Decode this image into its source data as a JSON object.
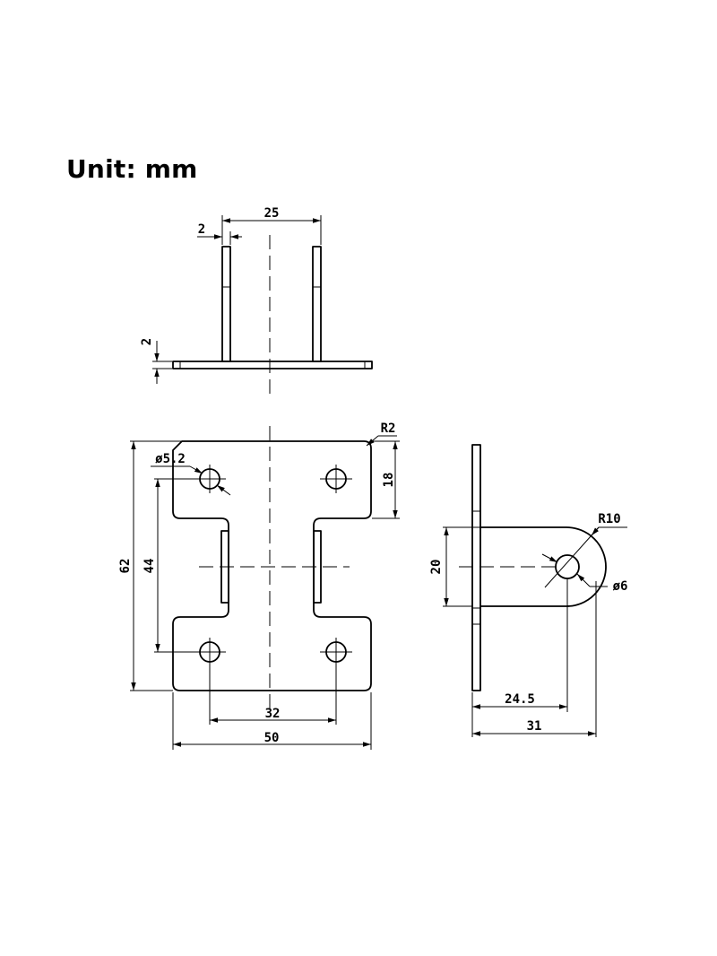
{
  "title": "Unit: mm",
  "dimensions": {
    "top_width": "25",
    "top_thickness": "2",
    "base_thickness": "2",
    "radius_corner": "R2",
    "hole_small": "ø5.2",
    "height_18": "18",
    "height_62": "62",
    "height_44": "44",
    "width_32": "32",
    "width_50": "50",
    "height_20": "20",
    "radius_10": "R10",
    "hole_6": "ø6",
    "depth_24_5": "24.5",
    "depth_31": "31"
  }
}
